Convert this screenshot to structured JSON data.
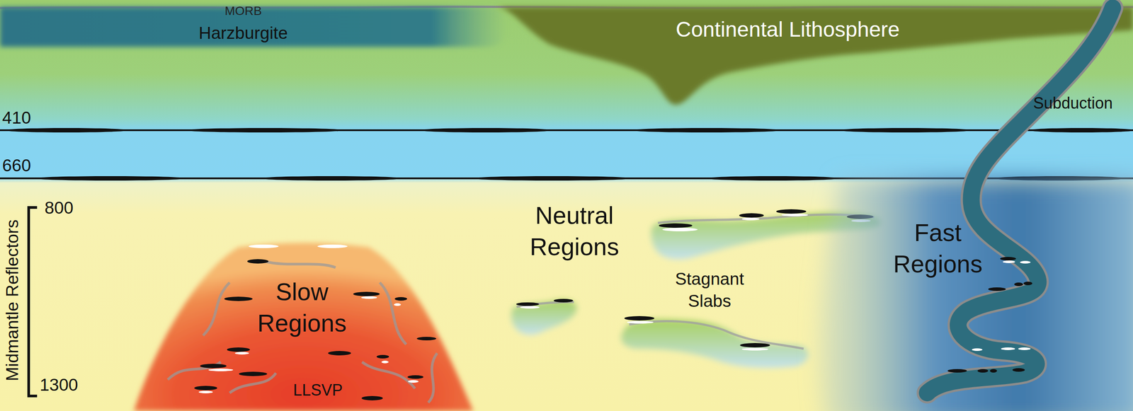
{
  "diagram": {
    "nodes": [
      {
        "text": [
          "MORB",
          "Harzburgite"
        ]
      },
      {
        "text": [
          "Continental Lithosphere"
        ]
      },
      {
        "text": [
          "Slow Regions",
          "LLSVP"
        ]
      },
      {
        "text": [
          "Fast Regions"
        ]
      }
    ],
    "labels": [
      "410",
      "660",
      "Subduction",
      "Midmantle Reflectors",
      "800",
      "1300",
      "Neutral Regions",
      "Stagnant Slabs"
    ]
  }
}
